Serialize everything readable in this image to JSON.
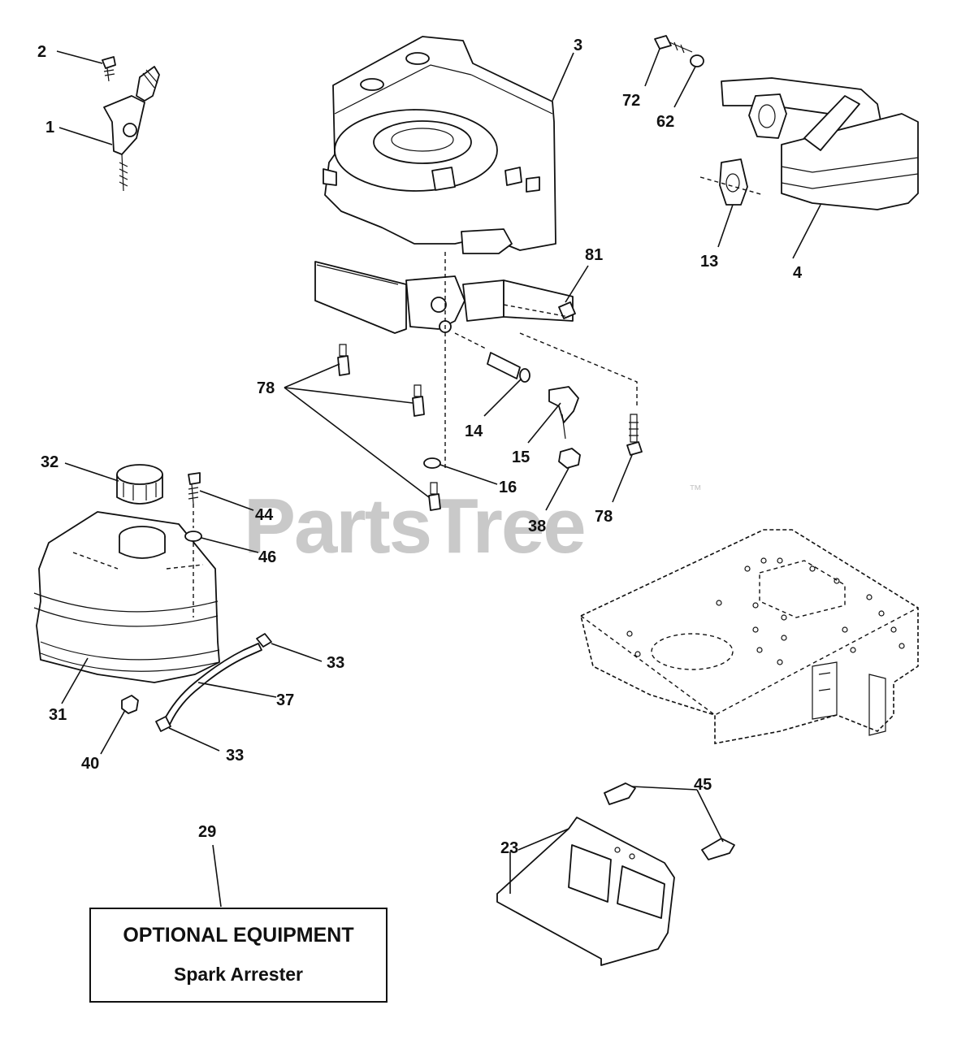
{
  "watermark": {
    "text": "PartsTree",
    "trademark": "™"
  },
  "callouts": {
    "c1": "1",
    "c2": "2",
    "c3": "3",
    "c4": "4",
    "c13": "13",
    "c14": "14",
    "c15": "15",
    "c16": "16",
    "c23": "23",
    "c29": "29",
    "c31": "31",
    "c32": "32",
    "c33a": "33",
    "c33b": "33",
    "c37": "37",
    "c38": "38",
    "c40": "40",
    "c44": "44",
    "c45": "45",
    "c46": "46",
    "c62": "62",
    "c72": "72",
    "c78a": "78",
    "c78b": "78",
    "c81": "81"
  },
  "optional_equipment": {
    "title": "OPTIONAL EQUIPMENT",
    "subtitle": "Spark Arrester"
  }
}
